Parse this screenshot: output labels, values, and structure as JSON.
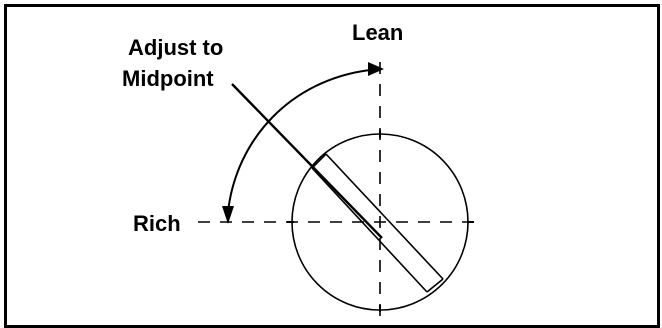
{
  "labels": {
    "lean": "Lean",
    "adjust_line1": "Adjust to",
    "adjust_line2": "Midpoint",
    "rich": "Rich"
  },
  "colors": {
    "stroke": "#000000",
    "background": "#ffffff"
  }
}
